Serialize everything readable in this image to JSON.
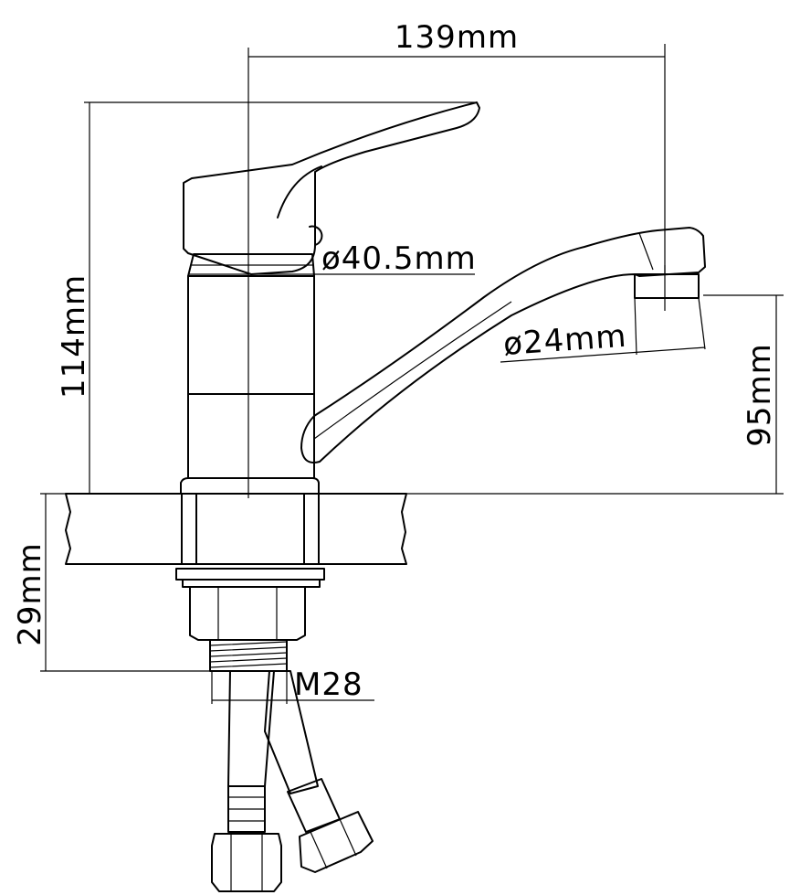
{
  "dimensions": {
    "width_total": "139mm",
    "height_total": "114mm",
    "body_diameter": "ø40.5mm",
    "aerator_diameter": "ø24mm",
    "spout_height": "95mm",
    "shank_length": "29mm",
    "thread": "M28"
  },
  "colors": {
    "line": "#000000",
    "background": "#ffffff"
  }
}
